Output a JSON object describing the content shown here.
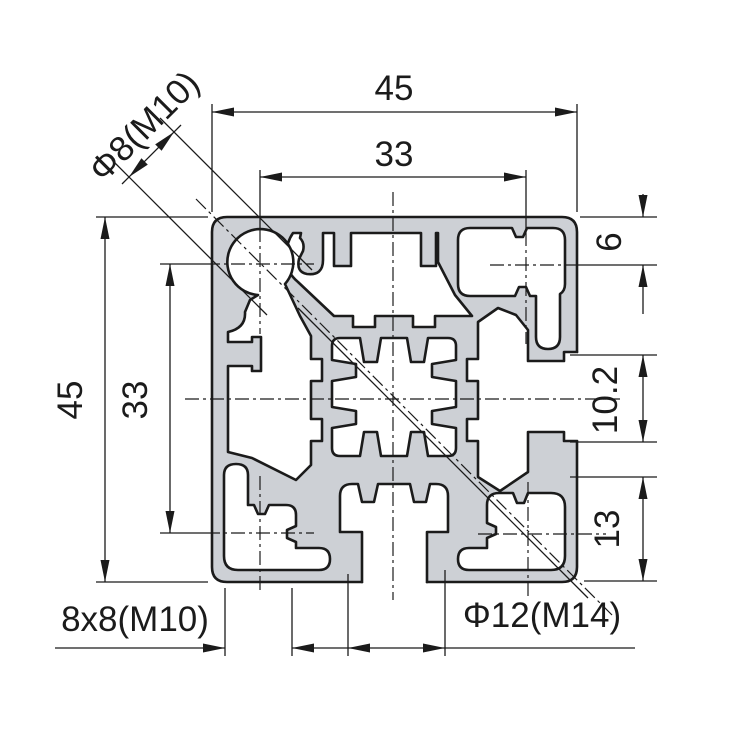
{
  "drawing": {
    "type": "technical-cross-section",
    "dimensions": {
      "overall_width_top": "45",
      "hole_spacing_top": "33",
      "overall_height_left": "45",
      "hole_spacing_left": "33",
      "top_web_right": "6",
      "slot_opening_right": "10.2",
      "bottom_section_right": "13"
    },
    "labels": {
      "corner_hole_diagonal": "Φ8(M10)",
      "bottom_left_slot": "8x8(M10)",
      "bottom_right_hole": "Φ12(M14)"
    },
    "colors": {
      "profile_body": "#cdd0d5",
      "line": "#1b1b1b",
      "background": "#ffffff"
    }
  }
}
